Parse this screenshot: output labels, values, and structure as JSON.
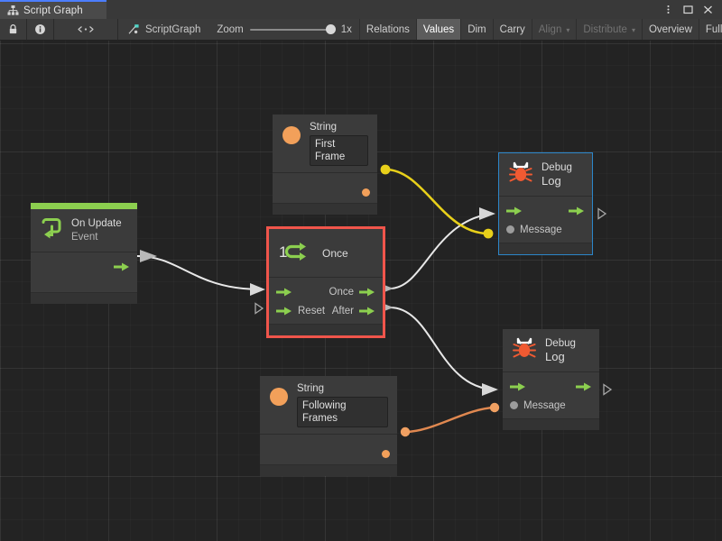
{
  "window": {
    "tab_label": "Script Graph",
    "tab_icon": "hierarchy-icon",
    "controls": [
      "kebab-menu-icon",
      "maximize-icon",
      "close-icon"
    ]
  },
  "toolbar": {
    "lock_icon": "lock-icon",
    "info_icon": "info-icon",
    "code_icon": "code-brackets-icon",
    "breadcrumb_icon": "script-graph-icon",
    "breadcrumb_label": "ScriptGraph",
    "zoom_label": "Zoom",
    "zoom_value": "1x",
    "zoom_percent": 100,
    "tools": [
      {
        "label": "Relations",
        "state": "normal"
      },
      {
        "label": "Values",
        "state": "active"
      },
      {
        "label": "Dim",
        "state": "normal"
      },
      {
        "label": "Carry",
        "state": "normal"
      },
      {
        "label": "Align",
        "state": "disabled",
        "caret": "▾"
      },
      {
        "label": "Distribute",
        "state": "disabled",
        "caret": "▾"
      },
      {
        "label": "Overview",
        "state": "normal"
      },
      {
        "label": "Full Screen",
        "state": "normal"
      }
    ]
  },
  "graph": {
    "nodes": {
      "on_update": {
        "title": "On Update",
        "subtitle": "Event",
        "icon": "on-update-event-icon",
        "accent_color": "#8ccf4f",
        "output_flow_label": ""
      },
      "string_first": {
        "title": "String",
        "icon": "string-value-icon",
        "value": "First Frame",
        "output_dot_color": "#f2a05a"
      },
      "string_following": {
        "title": "String",
        "icon": "string-value-icon",
        "value": "Following Frames",
        "output_dot_color": "#f2a05a"
      },
      "once": {
        "title": "Once",
        "icon": "once-icon",
        "icon_number": "1",
        "selected": true,
        "selection_color": "#f0554b",
        "input_reset_label": "Reset",
        "output_once_label": "Once",
        "output_after_label": "After"
      },
      "debug_log_top": {
        "title": "Debug",
        "subtitle": "Log",
        "icon": "bug-icon",
        "message_label": "Message",
        "hovered": true,
        "hover_color": "#2c86c9"
      },
      "debug_log_bottom": {
        "title": "Debug",
        "subtitle": "Log",
        "icon": "bug-icon",
        "message_label": "Message",
        "hovered": false
      }
    },
    "connections": [
      {
        "from": "on_update.flow_out",
        "to": "once.flow_in",
        "type": "flow",
        "color": "#e8e8e8"
      },
      {
        "from": "once.once_out",
        "to": "debug_log_top.flow_in",
        "type": "flow",
        "color": "#e8e8e8"
      },
      {
        "from": "once.after_out",
        "to": "debug_log_bottom.flow_in",
        "type": "flow",
        "color": "#e8e8e8"
      },
      {
        "from": "string_first.value_out",
        "to": "debug_log_top.message_in",
        "type": "value",
        "color": "#e8d01a"
      },
      {
        "from": "string_following.value_out",
        "to": "debug_log_bottom.message_in",
        "type": "value",
        "color": "#e08850"
      }
    ],
    "colors": {
      "flow_green": "#8ccf4f",
      "value_orange": "#f2a05a",
      "wire_white": "#e8e8e8",
      "wire_yellow": "#e8d01a",
      "wire_orange": "#e08850",
      "canvas_bg": "#232323",
      "node_bg": "#3b3b3b"
    }
  }
}
